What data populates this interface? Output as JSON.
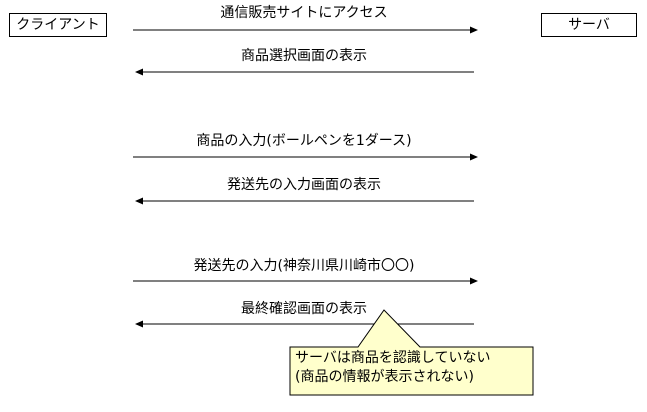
{
  "actors": {
    "client": "クライアント",
    "server": "サーバ"
  },
  "messages": [
    {
      "label": "通信販売サイトにアクセス",
      "direction": "to-server"
    },
    {
      "label": "商品選択画面の表示",
      "direction": "to-client"
    },
    {
      "label": "商品の入力(ボールペンを1ダース)",
      "direction": "to-server"
    },
    {
      "label": "発送先の入力画面の表示",
      "direction": "to-client"
    },
    {
      "label": "発送先の入力(神奈川県川崎市〇〇)",
      "direction": "to-server"
    },
    {
      "label": "最終確認画面の表示",
      "direction": "to-client"
    }
  ],
  "note": {
    "line1": "サーバは商品を認識していない",
    "line2": "(商品の情報が表示されない)",
    "fill_color": "#ffffcc"
  }
}
